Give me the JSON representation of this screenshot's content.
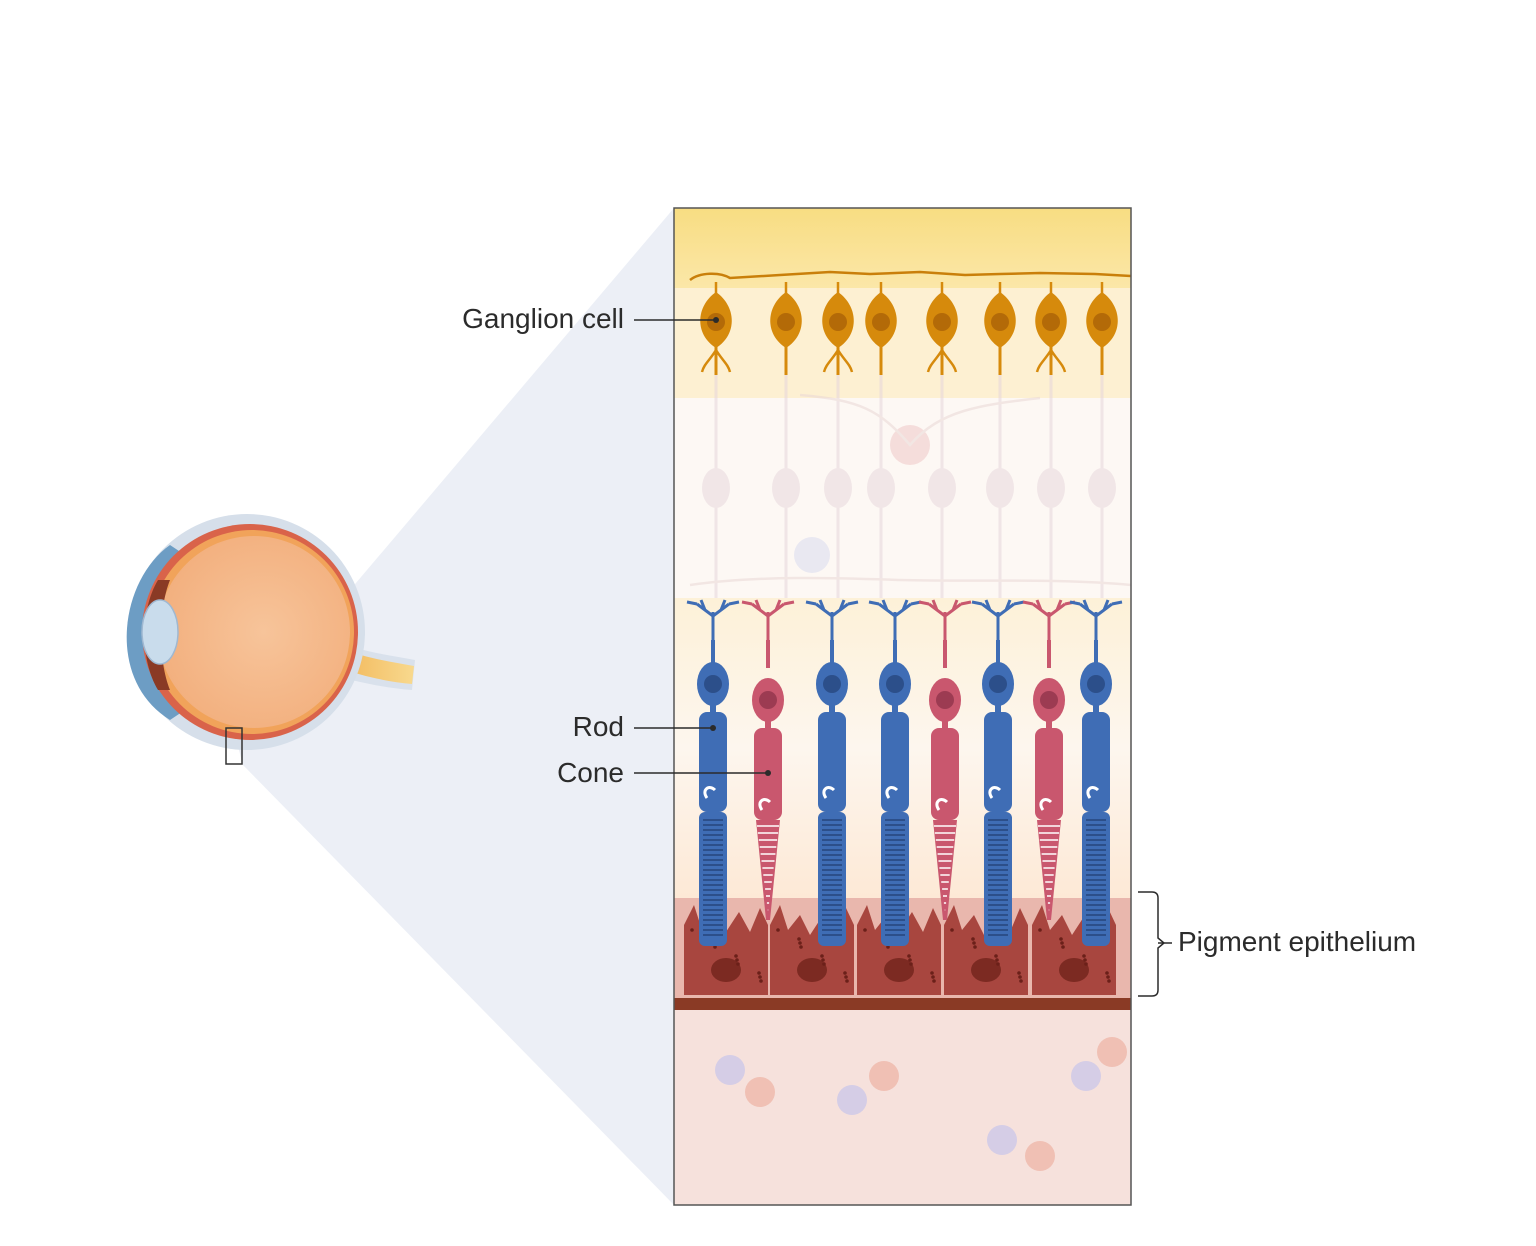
{
  "labels": {
    "ganglion": "Ganglion cell",
    "rod": "Rod",
    "cone": "Cone",
    "pigment": "Pigment epithelium"
  },
  "colors": {
    "ganglion": "#d68a0c",
    "rod": "#3f6db5",
    "cone": "#c9576e",
    "pigment": "#a8463f",
    "membrane": "#8a3a25",
    "projection": "#e8ecf5",
    "eye_globe": "#f4b98a",
    "cornea": "#b8cde3",
    "optic_nerve": "#f2c46a"
  },
  "icons": {
    "eye": "eye-cross-section-icon"
  }
}
